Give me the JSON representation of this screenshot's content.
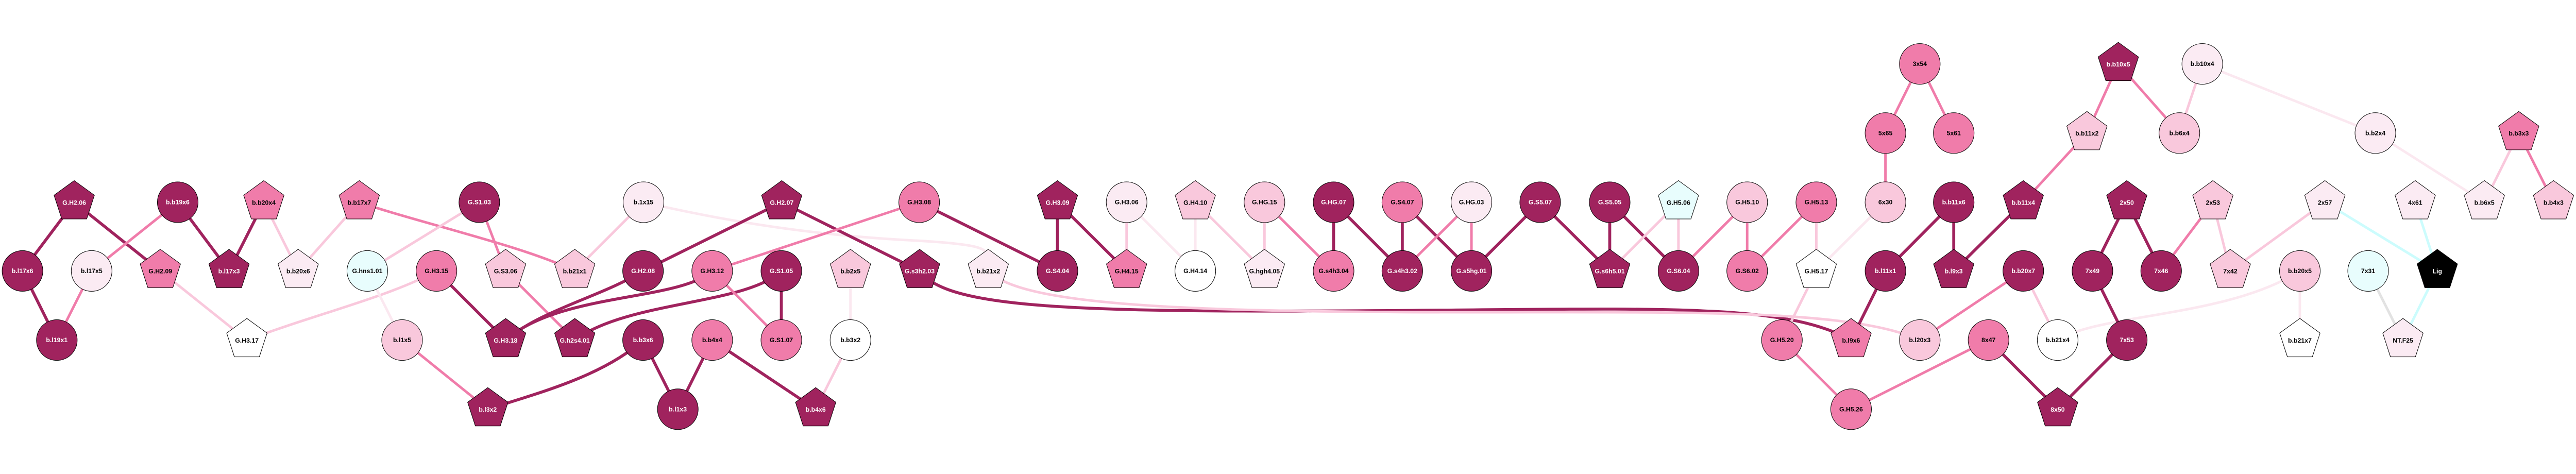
{
  "palette": {
    "d": {
      "fill": "#a0235e",
      "edge": "#a0235e",
      "text": "#ffffff"
    },
    "p": {
      "fill": "#f07caa",
      "edge": "#f07caa",
      "text": "#000000"
    },
    "l": {
      "fill": "#f9c8dc",
      "edge": "#f9c8dc",
      "text": "#000000"
    },
    "v": {
      "fill": "#fbebf3",
      "edge": "#fbe8f0",
      "text": "#000000"
    },
    "w": {
      "fill": "#ffffff",
      "edge": "#ffffff",
      "text": "#000000"
    },
    "c": {
      "fill": "#e8fdfd",
      "edge": "#ccfcfd",
      "text": "#000000"
    },
    "k": {
      "fill": "#000000",
      "edge": "#000000",
      "text": "#ffffff"
    },
    "g": {
      "fill": "#e2e2e2",
      "edge": "#e2e2e2",
      "text": "#000000"
    },
    "outline": "#000000"
  },
  "nodes": [
    {
      "label": "G.H2.06",
      "shape": "pentagon",
      "tone": "d"
    },
    {
      "label": "b.b19x6",
      "shape": "circle",
      "tone": "d"
    },
    {
      "label": "b.b20x4",
      "shape": "pentagon",
      "tone": "p"
    },
    {
      "label": "b.b17x7",
      "shape": "pentagon",
      "tone": "p"
    },
    {
      "label": "G.S1.03",
      "shape": "circle",
      "tone": "d"
    },
    {
      "label": "b.1x15",
      "shape": "circle",
      "tone": "v"
    },
    {
      "label": "G.H2.07",
      "shape": "pentagon",
      "tone": "d"
    },
    {
      "label": "G.H3.08",
      "shape": "circle",
      "tone": "p"
    },
    {
      "label": "G.H3.09",
      "shape": "pentagon",
      "tone": "d"
    },
    {
      "label": "G.H3.06",
      "shape": "circle",
      "tone": "v"
    },
    {
      "label": "G.H4.10",
      "shape": "pentagon",
      "tone": "l"
    },
    {
      "label": "G.HG.15",
      "shape": "circle",
      "tone": "l"
    },
    {
      "label": "G.HG.07",
      "shape": "circle",
      "tone": "d"
    },
    {
      "label": "G.S4.07",
      "shape": "circle",
      "tone": "p"
    },
    {
      "label": "G.HG.03",
      "shape": "circle",
      "tone": "v"
    },
    {
      "label": "G.S5.07",
      "shape": "circle",
      "tone": "d"
    },
    {
      "label": "G.S5.05",
      "shape": "circle",
      "tone": "d"
    },
    {
      "label": "G.H5.06",
      "shape": "pentagon",
      "tone": "c"
    },
    {
      "label": "G.H5.10",
      "shape": "circle",
      "tone": "l"
    },
    {
      "label": "G.H5.13",
      "shape": "circle",
      "tone": "p"
    },
    {
      "label": "6x30",
      "shape": "circle",
      "tone": "l"
    },
    {
      "label": "b.b11x6",
      "shape": "circle",
      "tone": "d"
    },
    {
      "label": "b.b11x4",
      "shape": "pentagon",
      "tone": "d"
    },
    {
      "label": "2x50",
      "shape": "pentagon",
      "tone": "d"
    },
    {
      "label": "2x53",
      "shape": "pentagon",
      "tone": "l"
    },
    {
      "label": "2x57",
      "shape": "pentagon",
      "tone": "v"
    },
    {
      "label": "4x61",
      "shape": "pentagon",
      "tone": "v"
    },
    {
      "label": "b.b6x5",
      "shape": "pentagon",
      "tone": "v"
    },
    {
      "label": "b.b4x3",
      "shape": "pentagon",
      "tone": "l"
    },
    {
      "label": "b.l17x6",
      "shape": "circle",
      "tone": "d"
    },
    {
      "label": "b.l17x5",
      "shape": "circle",
      "tone": "v"
    },
    {
      "label": "G.H2.09",
      "shape": "pentagon",
      "tone": "p"
    },
    {
      "label": "b.l17x3",
      "shape": "pentagon",
      "tone": "d"
    },
    {
      "label": "b.b20x6",
      "shape": "pentagon",
      "tone": "v"
    },
    {
      "label": "G.hns1.01",
      "shape": "circle",
      "tone": "c"
    },
    {
      "label": "G.H3.15",
      "shape": "circle",
      "tone": "p"
    },
    {
      "label": "G.S3.06",
      "shape": "pentagon",
      "tone": "l"
    },
    {
      "label": "b.b21x1",
      "shape": "pentagon",
      "tone": "l"
    },
    {
      "label": "G.H2.08",
      "shape": "circle",
      "tone": "d"
    },
    {
      "label": "G.H3.12",
      "shape": "circle",
      "tone": "p"
    },
    {
      "label": "G.S1.05",
      "shape": "circle",
      "tone": "d"
    },
    {
      "label": "b.b2x5",
      "shape": "pentagon",
      "tone": "l"
    },
    {
      "label": "G.s3h2.03",
      "shape": "pentagon",
      "tone": "d"
    },
    {
      "label": "b.b21x2",
      "shape": "pentagon",
      "tone": "v"
    },
    {
      "label": "G.S4.04",
      "shape": "circle",
      "tone": "d"
    },
    {
      "label": "G.H4.15",
      "shape": "pentagon",
      "tone": "p"
    },
    {
      "label": "G.H4.14",
      "shape": "circle",
      "tone": "w"
    },
    {
      "label": "G.hgh4.05",
      "shape": "pentagon",
      "tone": "v"
    },
    {
      "label": "G.s4h3.04",
      "shape": "circle",
      "tone": "p"
    },
    {
      "label": "G.s4h3.02",
      "shape": "circle",
      "tone": "d"
    },
    {
      "label": "G.s5hg.01",
      "shape": "circle",
      "tone": "d"
    },
    {
      "label": "G.s6h5.01",
      "shape": "pentagon",
      "tone": "d"
    },
    {
      "label": "G.S6.04",
      "shape": "circle",
      "tone": "d"
    },
    {
      "label": "G.S6.02",
      "shape": "circle",
      "tone": "p"
    },
    {
      "label": "G.H5.17",
      "shape": "pentagon",
      "tone": "w"
    },
    {
      "label": "b.l11x1",
      "shape": "circle",
      "tone": "d"
    },
    {
      "label": "b.l9x3",
      "shape": "pentagon",
      "tone": "d"
    },
    {
      "label": "b.b20x7",
      "shape": "circle",
      "tone": "d"
    },
    {
      "label": "7x49",
      "shape": "circle",
      "tone": "d"
    },
    {
      "label": "7x46",
      "shape": "circle",
      "tone": "d"
    },
    {
      "label": "7x42",
      "shape": "pentagon",
      "tone": "l"
    },
    {
      "label": "b.b20x5",
      "shape": "circle",
      "tone": "l"
    },
    {
      "label": "7x31",
      "shape": "circle",
      "tone": "c"
    },
    {
      "label": "Lig",
      "shape": "pentagon",
      "tone": "k"
    },
    {
      "label": "b.l19x1",
      "shape": "circle",
      "tone": "d"
    },
    {
      "label": "G.H3.17",
      "shape": "pentagon",
      "tone": "w"
    },
    {
      "label": "b.l1x5",
      "shape": "circle",
      "tone": "l"
    },
    {
      "label": "G.H3.18",
      "shape": "pentagon",
      "tone": "d"
    },
    {
      "label": "G.h2s4.01",
      "shape": "pentagon",
      "tone": "d"
    },
    {
      "label": "b.b3x6",
      "shape": "circle",
      "tone": "d"
    },
    {
      "label": "b.b4x4",
      "shape": "circle",
      "tone": "p"
    },
    {
      "label": "G.S1.07",
      "shape": "circle",
      "tone": "p"
    },
    {
      "label": "b.b3x2",
      "shape": "circle",
      "tone": "w"
    },
    {
      "label": "G.H5.20",
      "shape": "circle",
      "tone": "p"
    },
    {
      "label": "b.l9x6",
      "shape": "pentagon",
      "tone": "p"
    },
    {
      "label": "b.l20x3",
      "shape": "circle",
      "tone": "l"
    },
    {
      "label": "8x47",
      "shape": "circle",
      "tone": "p"
    },
    {
      "label": "b.b21x4",
      "shape": "circle",
      "tone": "w"
    },
    {
      "label": "7x53",
      "shape": "circle",
      "tone": "d"
    },
    {
      "label": "b.b21x7",
      "shape": "pentagon",
      "tone": "w"
    },
    {
      "label": "NT.F25",
      "shape": "pentagon",
      "tone": "v"
    },
    {
      "label": "b.l3x2",
      "shape": "pentagon",
      "tone": "d"
    },
    {
      "label": "b.l1x3",
      "shape": "circle",
      "tone": "d"
    },
    {
      "label": "b.b4x6",
      "shape": "pentagon",
      "tone": "d"
    },
    {
      "label": "G.H5.26",
      "shape": "circle",
      "tone": "p"
    },
    {
      "label": "8x50",
      "shape": "pentagon",
      "tone": "d"
    },
    {
      "label": "5x65",
      "shape": "circle",
      "tone": "p"
    },
    {
      "label": "5x61",
      "shape": "circle",
      "tone": "p"
    },
    {
      "label": "b.b11x2",
      "shape": "pentagon",
      "tone": "l"
    },
    {
      "label": "b.b6x4",
      "shape": "circle",
      "tone": "l"
    },
    {
      "label": "b.b2x4",
      "shape": "circle",
      "tone": "v"
    },
    {
      "label": "b.b3x3",
      "shape": "pentagon",
      "tone": "p"
    },
    {
      "label": "3x54",
      "shape": "circle",
      "tone": "p"
    },
    {
      "label": "b.b10x5",
      "shape": "pentagon",
      "tone": "d"
    },
    {
      "label": "b.b10x4",
      "shape": "circle",
      "tone": "v"
    }
  ],
  "edges": [
    {
      "source": "G.H2.06",
      "target": "b.l17x6",
      "tone": "d"
    },
    {
      "source": "G.H2.06",
      "target": "G.H2.09",
      "tone": "d"
    },
    {
      "source": "b.b19x6",
      "target": "b.l17x5",
      "tone": "p"
    },
    {
      "source": "b.b19x6",
      "target": "b.l17x3",
      "tone": "d"
    },
    {
      "source": "b.b20x4",
      "target": "b.l17x3",
      "tone": "d"
    },
    {
      "source": "b.b20x4",
      "target": "b.b20x6",
      "tone": "l"
    },
    {
      "source": "b.l17x6",
      "target": "b.l19x1",
      "tone": "d"
    },
    {
      "source": "b.l17x5",
      "target": "b.l19x1",
      "tone": "p"
    },
    {
      "source": "G.H2.09",
      "target": "G.H3.17",
      "tone": "l"
    },
    {
      "source": "G.H3.17",
      "target": "G.H3.15",
      "tone": "l"
    },
    {
      "source": "b.b17x7",
      "target": "b.b20x6",
      "tone": "l"
    },
    {
      "source": "b.b17x7",
      "target": "b.b21x1",
      "tone": "p"
    },
    {
      "source": "G.S1.03",
      "target": "G.hns1.01",
      "tone": "l"
    },
    {
      "source": "G.S1.03",
      "target": "G.S3.06",
      "tone": "p"
    },
    {
      "source": "b.1x15",
      "target": "b.b21x1",
      "tone": "l"
    },
    {
      "source": "b.1x15",
      "target": "b.b21x2",
      "tone": "v"
    },
    {
      "source": "G.hns1.01",
      "target": "b.l1x5",
      "tone": "v"
    },
    {
      "source": "G.H3.15",
      "target": "G.H3.18",
      "tone": "d"
    },
    {
      "source": "G.S3.06",
      "target": "G.h2s4.01",
      "tone": "p"
    },
    {
      "source": "G.H2.08",
      "target": "G.H3.18",
      "tone": "d"
    },
    {
      "source": "G.H3.12",
      "target": "G.H3.18",
      "tone": "d"
    },
    {
      "source": "G.S1.05",
      "target": "G.h2s4.01",
      "tone": "d"
    },
    {
      "source": "b.b3x6",
      "target": "b.l3x2",
      "tone": "d"
    },
    {
      "source": "b.l1x5",
      "target": "b.l3x2",
      "tone": "p"
    },
    {
      "source": "G.H2.07",
      "target": "G.H2.08",
      "tone": "d"
    },
    {
      "source": "G.H2.07",
      "target": "G.s3h2.03",
      "tone": "d"
    },
    {
      "source": "G.H3.08",
      "target": "G.H3.12",
      "tone": "p"
    },
    {
      "source": "G.H3.08",
      "target": "G.S4.04",
      "tone": "d"
    },
    {
      "source": "G.H3.12",
      "target": "G.S1.07",
      "tone": "p"
    },
    {
      "source": "G.S1.05",
      "target": "G.S1.07",
      "tone": "d"
    },
    {
      "source": "b.b2x5",
      "target": "b.b3x2",
      "tone": "v"
    },
    {
      "source": "b.b3x6",
      "target": "b.l1x3",
      "tone": "d"
    },
    {
      "source": "b.b4x4",
      "target": "b.l1x3",
      "tone": "d"
    },
    {
      "source": "b.b4x4",
      "target": "b.b4x6",
      "tone": "d"
    },
    {
      "source": "b.b3x2",
      "target": "b.b4x6",
      "tone": "l"
    },
    {
      "source": "G.s3h2.03",
      "target": "b.l9x6",
      "tone": "d"
    },
    {
      "source": "b.b21x2",
      "target": "b.l20x3",
      "tone": "l"
    },
    {
      "source": "G.H3.09",
      "target": "G.S4.04",
      "tone": "d"
    },
    {
      "source": "G.H3.09",
      "target": "G.H4.15",
      "tone": "d"
    },
    {
      "source": "G.H3.06",
      "target": "G.H4.15",
      "tone": "l"
    },
    {
      "source": "G.H3.06",
      "target": "G.H4.14",
      "tone": "v"
    },
    {
      "source": "G.H4.10",
      "target": "G.H4.14",
      "tone": "v"
    },
    {
      "source": "G.H4.10",
      "target": "G.hgh4.05",
      "tone": "l"
    },
    {
      "source": "G.HG.15",
      "target": "G.hgh4.05",
      "tone": "l"
    },
    {
      "source": "G.HG.15",
      "target": "G.s4h3.04",
      "tone": "p"
    },
    {
      "source": "G.HG.07",
      "target": "G.s4h3.04",
      "tone": "d"
    },
    {
      "source": "G.HG.07",
      "target": "G.s4h3.02",
      "tone": "d"
    },
    {
      "source": "G.S4.07",
      "target": "G.s4h3.02",
      "tone": "d"
    },
    {
      "source": "G.S4.07",
      "target": "G.s5hg.01",
      "tone": "d"
    },
    {
      "source": "G.HG.03",
      "target": "G.s4h3.02",
      "tone": "p"
    },
    {
      "source": "G.HG.03",
      "target": "G.s5hg.01",
      "tone": "p"
    },
    {
      "source": "G.S5.07",
      "target": "G.s5hg.01",
      "tone": "d"
    },
    {
      "source": "G.S5.07",
      "target": "G.s6h5.01",
      "tone": "d"
    },
    {
      "source": "G.S5.05",
      "target": "G.s6h5.01",
      "tone": "d"
    },
    {
      "source": "G.S5.05",
      "target": "G.S6.04",
      "tone": "d"
    },
    {
      "source": "G.H5.06",
      "target": "G.s6h5.01",
      "tone": "l"
    },
    {
      "source": "G.H5.06",
      "target": "G.S6.04",
      "tone": "l"
    },
    {
      "source": "G.H5.10",
      "target": "G.S6.04",
      "tone": "p"
    },
    {
      "source": "G.H5.10",
      "target": "G.S6.02",
      "tone": "p"
    },
    {
      "source": "G.H5.13",
      "target": "G.S6.02",
      "tone": "p"
    },
    {
      "source": "G.H5.13",
      "target": "G.H5.17",
      "tone": "l"
    },
    {
      "source": "6x30",
      "target": "G.H5.17",
      "tone": "v"
    },
    {
      "source": "5x65",
      "target": "6x30",
      "tone": "p"
    },
    {
      "source": "3x54",
      "target": "5x65",
      "tone": "p"
    },
    {
      "source": "3x54",
      "target": "5x61",
      "tone": "p"
    },
    {
      "source": "b.l11x1",
      "target": "b.l9x6",
      "tone": "d"
    },
    {
      "source": "b.b11x6",
      "target": "b.l11x1",
      "tone": "d"
    },
    {
      "source": "b.b11x6",
      "target": "b.l9x3",
      "tone": "d"
    },
    {
      "source": "b.b11x4",
      "target": "b.l9x3",
      "tone": "d"
    },
    {
      "source": "b.b11x2",
      "target": "b.b11x4",
      "tone": "p"
    },
    {
      "source": "b.b10x5",
      "target": "b.b11x2",
      "tone": "p"
    },
    {
      "source": "b.b10x5",
      "target": "b.b6x4",
      "tone": "p"
    },
    {
      "source": "b.b10x4",
      "target": "b.b6x4",
      "tone": "l"
    },
    {
      "source": "G.H5.17",
      "target": "G.H5.20",
      "tone": "l"
    },
    {
      "source": "G.H5.20",
      "target": "G.H5.26",
      "tone": "p"
    },
    {
      "source": "8x47",
      "target": "G.H5.26",
      "tone": "p"
    },
    {
      "source": "b.b20x7",
      "target": "b.l20x3",
      "tone": "p"
    },
    {
      "source": "b.b20x7",
      "target": "b.b21x4",
      "tone": "l"
    },
    {
      "source": "b.b21x4",
      "target": "b.b20x5",
      "tone": "v"
    },
    {
      "source": "8x47",
      "target": "8x50",
      "tone": "d"
    },
    {
      "source": "7x53",
      "target": "8x50",
      "tone": "d"
    },
    {
      "source": "7x49",
      "target": "7x53",
      "tone": "d"
    },
    {
      "source": "2x50",
      "target": "7x49",
      "tone": "d"
    },
    {
      "source": "2x50",
      "target": "7x46",
      "tone": "d"
    },
    {
      "source": "2x53",
      "target": "7x46",
      "tone": "p"
    },
    {
      "source": "2x53",
      "target": "7x42",
      "tone": "l"
    },
    {
      "source": "2x57",
      "target": "7x42",
      "tone": "l"
    },
    {
      "source": "2x57",
      "target": "Lig",
      "tone": "c"
    },
    {
      "source": "4x61",
      "target": "Lig",
      "tone": "c"
    },
    {
      "source": "Lig",
      "target": "NT.F25",
      "tone": "c"
    },
    {
      "source": "7x31",
      "target": "NT.F25",
      "tone": "g"
    },
    {
      "source": "b.b20x5",
      "target": "b.b21x7",
      "tone": "v"
    },
    {
      "source": "b.b10x4",
      "target": "b.b2x4",
      "tone": "v"
    },
    {
      "source": "b.b2x4",
      "target": "b.b6x5",
      "tone": "v"
    },
    {
      "source": "b.b3x3",
      "target": "b.b6x5",
      "tone": "l"
    },
    {
      "source": "b.b3x3",
      "target": "b.b4x3",
      "tone": "p"
    }
  ]
}
